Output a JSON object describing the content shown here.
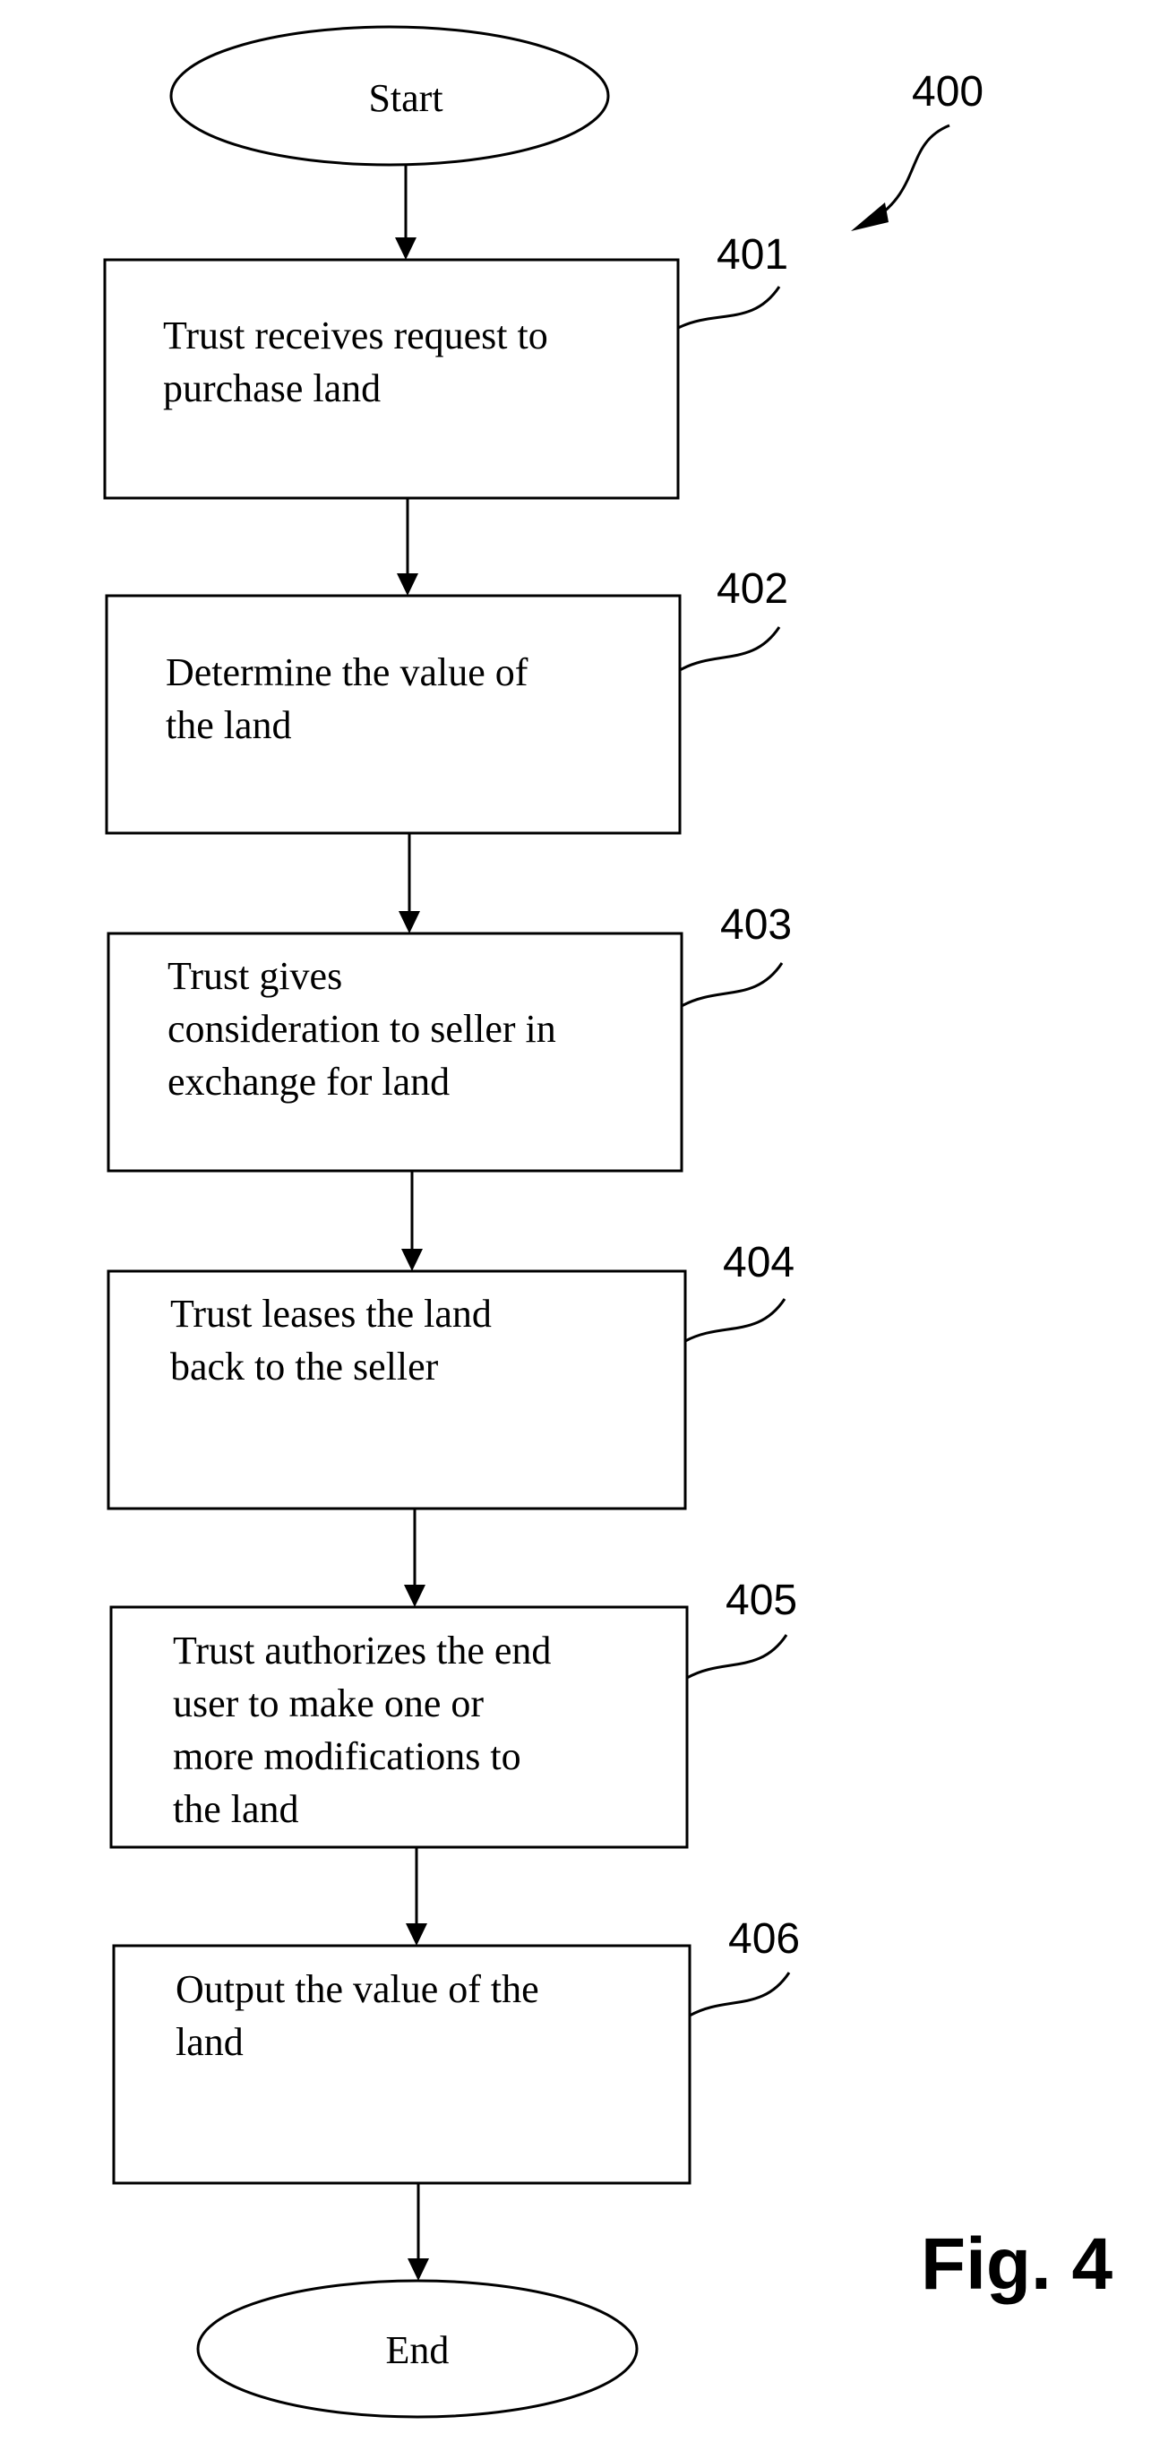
{
  "diagram": {
    "figure_number": "400",
    "figure_label": "Fig. 4",
    "start": {
      "label": "Start"
    },
    "end": {
      "label": "End"
    },
    "steps": [
      {
        "ref": "401",
        "lines": [
          "Trust receives request to",
          "purchase land"
        ]
      },
      {
        "ref": "402",
        "lines": [
          "Determine the value of",
          "the land"
        ]
      },
      {
        "ref": "403",
        "lines": [
          "Trust gives",
          "consideration to seller in",
          "exchange for land"
        ]
      },
      {
        "ref": "404",
        "lines": [
          "Trust leases the land",
          "back to the seller"
        ]
      },
      {
        "ref": "405",
        "lines": [
          "Trust authorizes the end",
          "user to make one or",
          "more modifications to",
          "the land"
        ]
      },
      {
        "ref": "406",
        "lines": [
          "Output the value of the",
          "land"
        ]
      }
    ]
  }
}
